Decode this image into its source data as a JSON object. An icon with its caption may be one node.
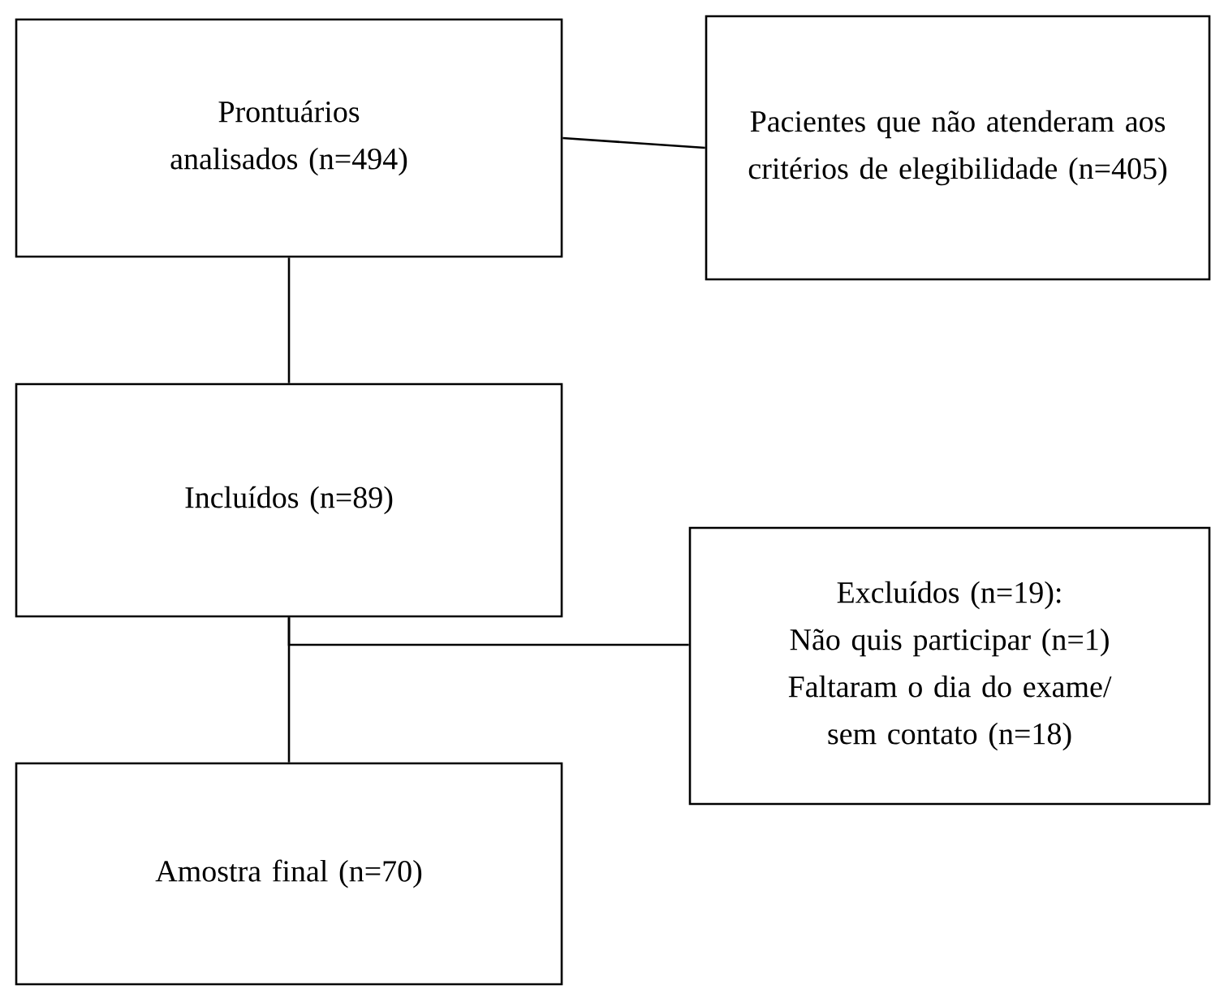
{
  "diagram": {
    "nodes": [
      {
        "text": [
          "Prontuários analisados (n=494)"
        ]
      },
      {
        "text": [
          "Pacientes que não atenderam aos critérios de elegibilidade (n=405)"
        ]
      },
      {
        "text": [
          "Incluídos (n=89)"
        ]
      },
      {
        "text": [
          "Excluídos (n=19):",
          "Não quis participar (n=1)",
          "Faltaram o dia do exame/ sem contato (n=18)"
        ]
      },
      {
        "text": [
          "Amostra final (n=70)"
        ]
      }
    ],
    "edges": [
      {
        "from": 0,
        "to": 1,
        "arrow": "none"
      },
      {
        "from": 0,
        "to": 2,
        "arrow": "none"
      },
      {
        "from": 2,
        "to": 4,
        "arrow": "none"
      },
      {
        "from": 2,
        "to": 3,
        "arrow": "none"
      }
    ]
  }
}
